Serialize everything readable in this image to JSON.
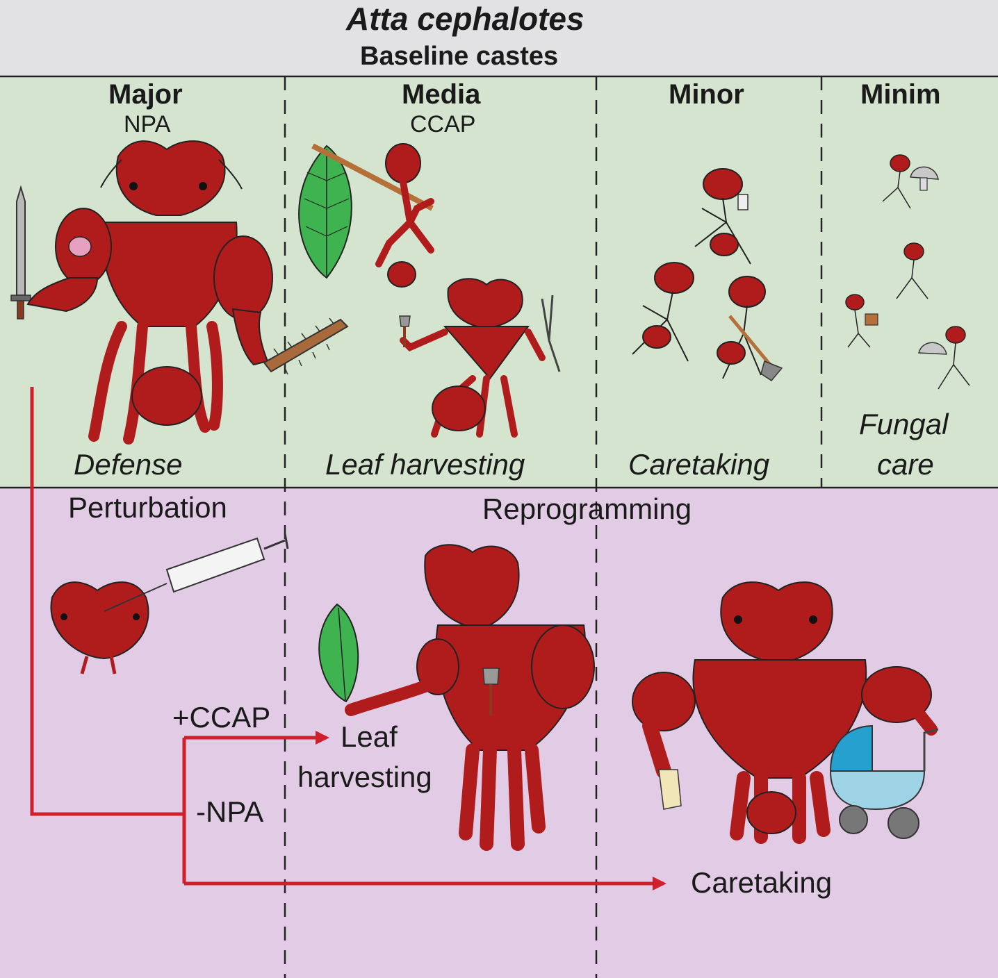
{
  "title": "Atta cephalotes",
  "subtitle": "Baseline castes",
  "castes": [
    {
      "name": "Major",
      "hormone": "NPA",
      "role": "Defense"
    },
    {
      "name": "Media",
      "hormone": "CCAP",
      "role": "Leaf harvesting"
    },
    {
      "name": "Minor",
      "role": "Caretaking"
    },
    {
      "name": "Minim",
      "role_line1": "Fungal",
      "role_line2": "care"
    }
  ],
  "lower": {
    "perturbation_label": "Perturbation",
    "reprogramming_label": "Reprogramming",
    "plus_ccap": "+CCAP",
    "minus_npa": "-NPA",
    "outcome_leaf_line1": "Leaf",
    "outcome_leaf_line2": "harvesting",
    "outcome_caretaking": "Caretaking"
  },
  "colors": {
    "top_band": "#e2e2e4",
    "baseline_panel": "#d5e4cf",
    "reprogramming_panel": "#e2cbe4",
    "ant_red": "#b01c1c",
    "arrow_red": "#d0202c",
    "leaf_green": "#3fb34f",
    "stroller_blue": "#9fd3e6"
  },
  "icons": [
    "sword-icon",
    "spiked-club-icon",
    "leaf-icon",
    "axe-icon",
    "pruning-shears-icon",
    "baby-bottle-icon",
    "shovel-icon",
    "mushroom-icon",
    "basket-icon",
    "syringe-icon",
    "stroller-icon"
  ]
}
